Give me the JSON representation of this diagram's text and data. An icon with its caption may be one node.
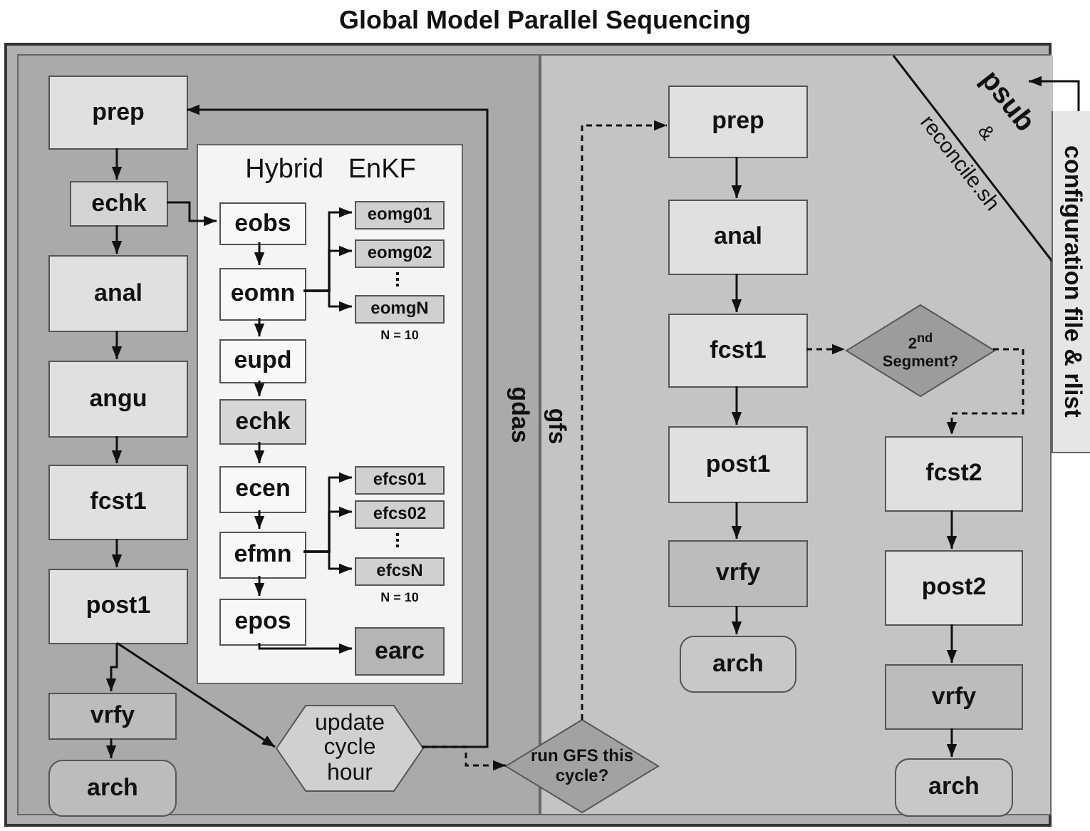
{
  "diagram": {
    "title": "Global Model Parallel Sequencing",
    "nodes": [
      {
        "text": [
          "gdas"
        ]
      },
      {
        "text": [
          "prep"
        ],
        "in": 0
      },
      {
        "text": [
          "echk"
        ],
        "in": 0
      },
      {
        "text": [
          "anal"
        ],
        "in": 0
      },
      {
        "text": [
          "angu"
        ],
        "in": 0
      },
      {
        "text": [
          "fcst1"
        ],
        "in": 0
      },
      {
        "text": [
          "post1"
        ],
        "in": 0
      },
      {
        "text": [
          "vrfy"
        ],
        "in": 0
      },
      {
        "text": [
          "arch"
        ],
        "in": 0
      },
      {
        "text": [
          "Hybrid EnKF"
        ],
        "in": 0
      },
      {
        "text": [
          "eobs"
        ],
        "in": 9
      },
      {
        "text": [
          "eomn"
        ],
        "in": 9
      },
      {
        "text": [
          "eupd"
        ],
        "in": 9
      },
      {
        "text": [
          "echk"
        ],
        "in": 9
      },
      {
        "text": [
          "ecen"
        ],
        "in": 9
      },
      {
        "text": [
          "efmn"
        ],
        "in": 9
      },
      {
        "text": [
          "epos"
        ],
        "in": 9
      },
      {
        "text": [
          "eomg01"
        ],
        "in": 9
      },
      {
        "text": [
          "eomg02"
        ],
        "in": 9
      },
      {
        "text": [
          "eomgN"
        ],
        "in": 9,
        "beside": [
          "N = 10"
        ]
      },
      {
        "text": [
          "efcs01"
        ],
        "in": 9
      },
      {
        "text": [
          "efcs02"
        ],
        "in": 9
      },
      {
        "text": [
          "efcsN"
        ],
        "in": 9,
        "beside": [
          "N = 10"
        ]
      },
      {
        "text": [
          "earc"
        ],
        "in": 9
      },
      {
        "text": [
          "update cycle hour"
        ],
        "in": 0
      },
      {
        "text": [
          "gfs"
        ]
      },
      {
        "text": [
          "run GFS this cycle?"
        ]
      },
      {
        "text": [
          "prep"
        ],
        "in": 25
      },
      {
        "text": [
          "anal"
        ],
        "in": 25
      },
      {
        "text": [
          "fcst1"
        ],
        "in": 25
      },
      {
        "text": [
          "post1"
        ],
        "in": 25
      },
      {
        "text": [
          "vrfy"
        ],
        "in": 25
      },
      {
        "text": [
          "arch"
        ],
        "in": 25
      },
      {
        "text": [
          "2$^{nd}$ Segment?"
        ],
        "in": 25
      },
      {
        "text": [
          "fcst2"
        ],
        "in": 25
      },
      {
        "text": [
          "post2"
        ],
        "in": 25
      },
      {
        "text": [
          "vrfy"
        ],
        "in": 25
      },
      {
        "text": [
          "arch"
        ],
        "in": 25
      },
      {
        "text": [
          "psub",
          "&",
          "reconcile.sh"
        ],
        "in": 25
      },
      {
        "text": [
          "configuration file & rlist"
        ]
      }
    ],
    "edges": [
      {
        "from": 1,
        "to": 2,
        "arrow": "to"
      },
      {
        "from": 2,
        "to": 3,
        "arrow": "to"
      },
      {
        "from": 3,
        "to": 4,
        "arrow": "to"
      },
      {
        "from": 4,
        "to": 5,
        "arrow": "to"
      },
      {
        "from": 5,
        "to": 6,
        "arrow": "to"
      },
      {
        "from": 6,
        "to": 7,
        "arrow": "to"
      },
      {
        "from": 7,
        "to": 8,
        "arrow": "to"
      },
      {
        "from": 2,
        "to": 10,
        "arrow": "to"
      },
      {
        "from": 10,
        "to": 11,
        "arrow": "to"
      },
      {
        "from": 11,
        "to": 12,
        "arrow": "to"
      },
      {
        "from": 12,
        "to": 13,
        "arrow": "to"
      },
      {
        "from": 13,
        "to": 14,
        "arrow": "to"
      },
      {
        "from": 14,
        "to": 15,
        "arrow": "to"
      },
      {
        "from": 15,
        "to": 16,
        "arrow": "to"
      },
      {
        "from": 11,
        "to": 17,
        "arrow": "to"
      },
      {
        "from": 11,
        "to": 18,
        "arrow": "to"
      },
      {
        "from": 11,
        "to": 19,
        "arrow": "to"
      },
      {
        "from": 15,
        "to": 20,
        "arrow": "to"
      },
      {
        "from": 15,
        "to": 21,
        "arrow": "to"
      },
      {
        "from": 15,
        "to": 22,
        "arrow": "to"
      },
      {
        "from": 16,
        "to": 23,
        "arrow": "to"
      },
      {
        "from": 6,
        "to": 24,
        "arrow": "to"
      },
      {
        "from": 24,
        "to": 1,
        "arrow": "to"
      },
      {
        "from": 24,
        "to": 26,
        "arrow": "to",
        "style": "dashed"
      },
      {
        "from": 26,
        "to": 27,
        "arrow": "to",
        "style": "dashed"
      },
      {
        "from": 27,
        "to": 28,
        "arrow": "to"
      },
      {
        "from": 28,
        "to": 29,
        "arrow": "to"
      },
      {
        "from": 29,
        "to": 30,
        "arrow": "to"
      },
      {
        "from": 30,
        "to": 31,
        "arrow": "to"
      },
      {
        "from": 31,
        "to": 32,
        "arrow": "to"
      },
      {
        "from": 29,
        "to": 33,
        "arrow": "to",
        "style": "dashed"
      },
      {
        "from": 33,
        "to": 34,
        "arrow": "to",
        "style": "dashed"
      },
      {
        "from": 34,
        "to": 35,
        "arrow": "to"
      },
      {
        "from": 35,
        "to": 36,
        "arrow": "to"
      },
      {
        "from": 36,
        "to": 37,
        "arrow": "to"
      },
      {
        "from": 39,
        "to": 38,
        "arrow": "to"
      }
    ]
  }
}
